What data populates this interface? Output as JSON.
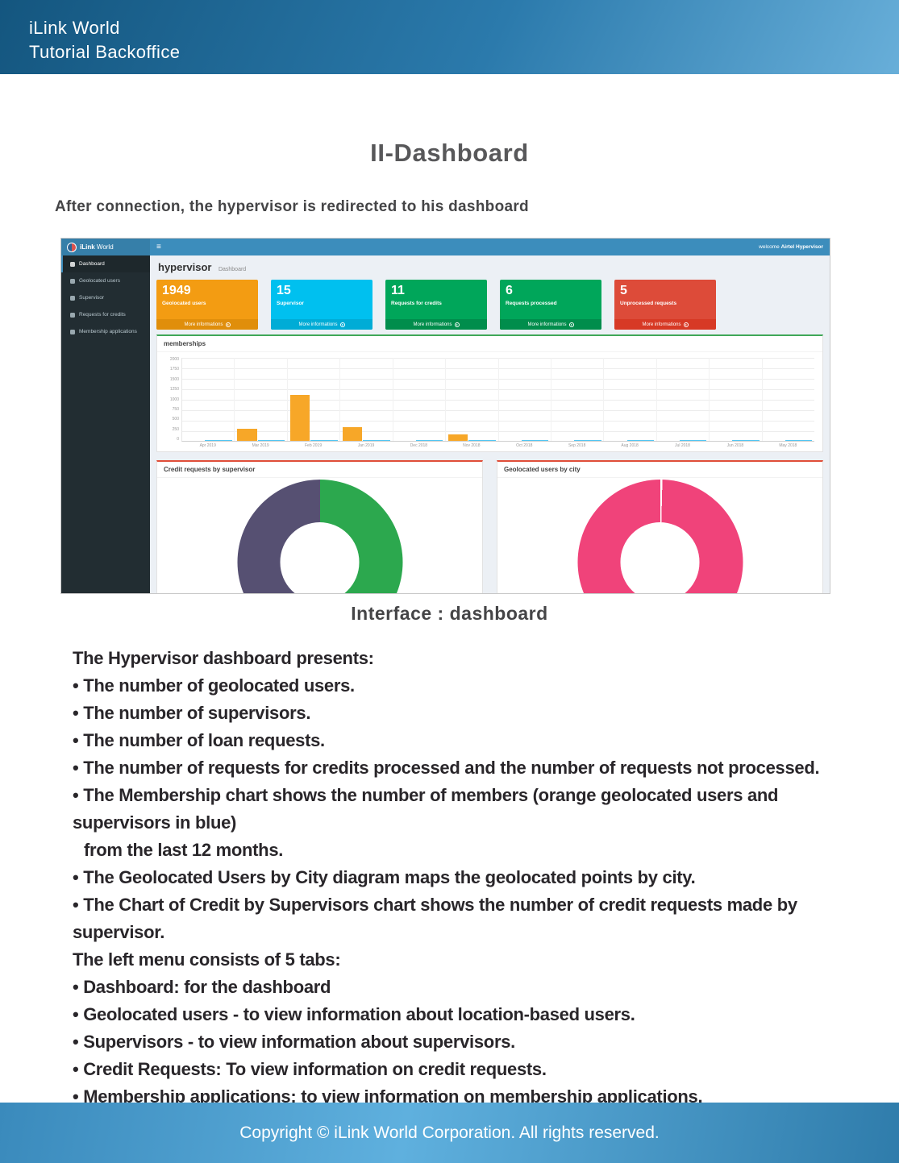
{
  "doc": {
    "header": {
      "line1": "iLink World",
      "line2": "Tutorial Backoffice"
    },
    "title": "II-Dashboard",
    "subtitle": "After connection, the hypervisor is redirected to his dashboard",
    "caption": "Interface : dashboard",
    "footer": "Copyright © iLink World Corporation. All rights reserved.",
    "body_lines": [
      "The Hypervisor dashboard presents:",
      "• The number of geolocated users.",
      "• The number of supervisors.",
      "• The number of loan requests.",
      "• The number of requests for credits processed and the number of requests not processed.",
      "• The Membership chart shows the number of members (orange geolocated users and supervisors in blue)",
      "from the last 12 months.",
      "• The Geolocated Users by City diagram maps the geolocated points by city.",
      "• The Chart of Credit by Supervisors chart shows the number of credit requests made by supervisor.",
      "The left menu consists of 5 tabs:",
      "• Dashboard: for the dashboard",
      "• Geolocated users - to view information about location-based users.",
      "• Supervisors - to view information about supervisors.",
      "• Credit Requests: To view information on credit requests.",
      "• Membership applications: to view information on membership applications."
    ]
  },
  "app": {
    "topbar": {
      "brand_bold": "iLink",
      "brand_rest": "World",
      "menu_glyph": "≡",
      "welcome_prefix": "welcome",
      "welcome_user": "Airtel Hypervisor"
    },
    "sidebar": {
      "items": [
        {
          "label": "Dashboard",
          "active": true
        },
        {
          "label": "Geolocated users",
          "active": false
        },
        {
          "label": "Supervisor",
          "active": false
        },
        {
          "label": "Requests for credits",
          "active": false
        },
        {
          "label": "Membership applications",
          "active": false
        }
      ]
    },
    "page_header": {
      "title": "hypervisor",
      "subtitle": "Dashboard"
    },
    "cards": [
      {
        "value": "1949",
        "label": "Geolocated users",
        "link": "More informations",
        "bg": "#f39c12",
        "footer_bg": "#e08e0b"
      },
      {
        "value": "15",
        "label": "Supervisor",
        "link": "More informations",
        "bg": "#00c0ef",
        "footer_bg": "#00acd6"
      },
      {
        "value": "11",
        "label": "Requests for credits",
        "link": "More informations",
        "bg": "#00a65a",
        "footer_bg": "#008d4c"
      },
      {
        "value": "6",
        "label": "Requests processed",
        "link": "More informations",
        "bg": "#00a65a",
        "footer_bg": "#008d4c"
      },
      {
        "value": "5",
        "label": "Unprocessed requests",
        "link": "More informations",
        "bg": "#dd4b39",
        "footer_bg": "#d73925"
      }
    ],
    "panels": {
      "memberships": {
        "title": "memberships"
      },
      "credit": {
        "title": "Credit requests by supervisor"
      },
      "geo": {
        "title": "Geolocated users by city"
      }
    }
  },
  "chart_data": [
    {
      "type": "bar",
      "title": "memberships",
      "categories": [
        "Apr 2019",
        "Mar 2019",
        "Feb 2019",
        "Jan 2019",
        "Dec 2018",
        "Nov 2018",
        "Oct 2018",
        "Sep 2018",
        "Aug 2018",
        "Jul 2018",
        "Jun 2018",
        "May 2018"
      ],
      "series": [
        {
          "name": "Geolocated users",
          "color": "#f7a728",
          "values": [
            0,
            300,
            1100,
            330,
            0,
            150,
            0,
            0,
            0,
            0,
            0,
            0
          ]
        },
        {
          "name": "Supervisors",
          "color": "#53c6f2",
          "values": [
            15,
            15,
            15,
            15,
            15,
            15,
            15,
            15,
            15,
            15,
            15,
            15
          ]
        }
      ],
      "xlabel": "",
      "ylabel": "",
      "ylim": [
        0,
        2000
      ],
      "yticks": [
        2000,
        1750,
        1500,
        1250,
        1000,
        750,
        500,
        250,
        0
      ],
      "grid": true,
      "legend": "none"
    },
    {
      "type": "pie",
      "title": "Credit requests by supervisor",
      "donut": true,
      "segments": [
        {
          "color": "#2ca84e",
          "pct": 50
        },
        {
          "color": "#565072",
          "pct": 50
        }
      ]
    },
    {
      "type": "pie",
      "title": "Geolocated users by city",
      "donut": true,
      "segments": [
        {
          "color": "#ffffff",
          "pct": 0.4
        },
        {
          "color": "#f0437a",
          "pct": 99.6
        }
      ]
    }
  ]
}
